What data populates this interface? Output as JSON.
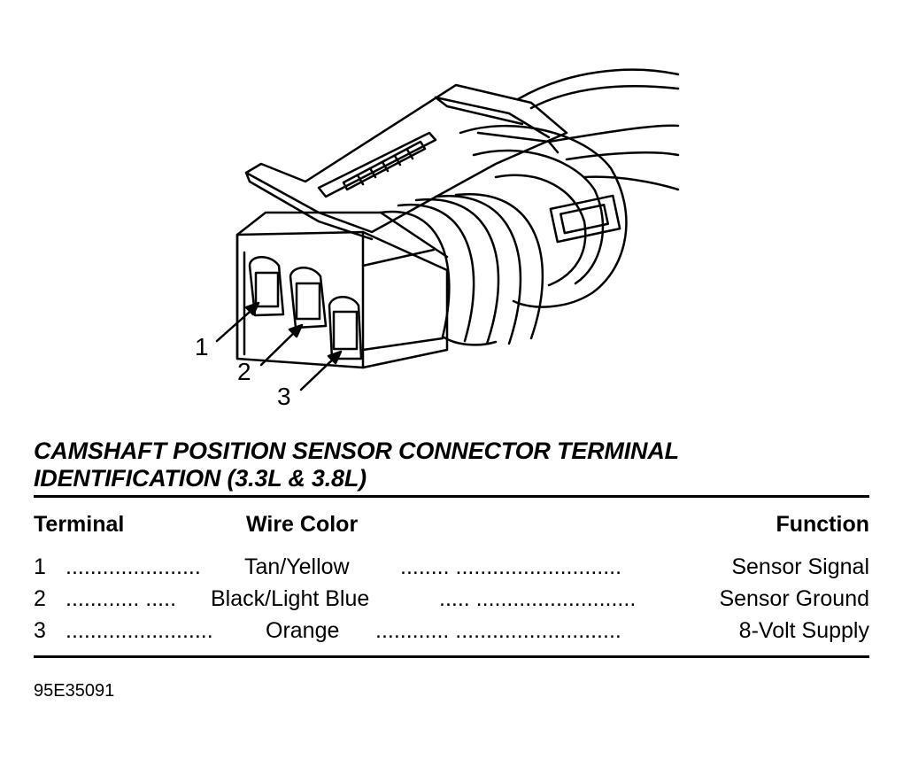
{
  "callouts": {
    "one": "1",
    "two": "2",
    "three": "3"
  },
  "title": {
    "line1": "CAMSHAFT POSITION SENSOR CONNECTOR TERMINAL",
    "line2": "IDENTIFICATION (3.3L & 3.8L)"
  },
  "table": {
    "headers": {
      "terminal": "Terminal",
      "wire_color": "Wire Color",
      "function": "Function"
    },
    "rows": [
      {
        "terminal": "1",
        "lead": "......................",
        "wire_color": "Tan/Yellow",
        "fill": "........ ...........................",
        "function": "Sensor Signal"
      },
      {
        "terminal": "2",
        "lead": "............ .....",
        "wire_color": "Black/Light Blue",
        "fill": "..... ..........................",
        "function": "Sensor Ground"
      },
      {
        "terminal": "3",
        "lead": "........................",
        "wire_color": "Orange",
        "fill": "............ ...........................",
        "function": "8-Volt Supply"
      }
    ]
  },
  "figure_id": "95E35091"
}
